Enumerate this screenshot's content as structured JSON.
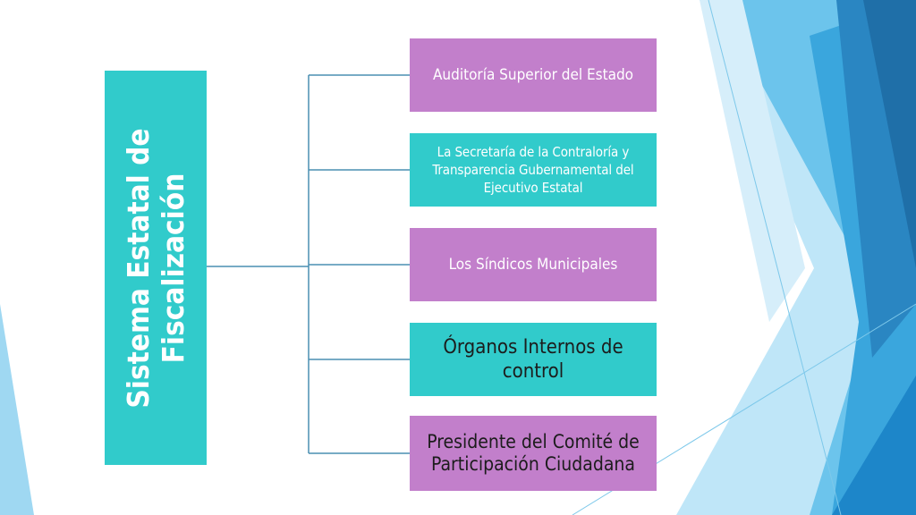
{
  "diagram": {
    "root": {
      "label": "Sistema Estatal de Fiscalización"
    },
    "children": [
      {
        "label": "Auditoría Superior del Estado",
        "color": "#c27fcb"
      },
      {
        "label": "La Secretaría de la Contraloría y Transparencia Gubernamental del Ejecutivo Estatal",
        "color": "#31cbcb"
      },
      {
        "label": "Los Síndicos Municipales",
        "color": "#c27fcb"
      },
      {
        "label": "Órganos Internos de control",
        "color": "#31cbcb"
      },
      {
        "label": "Presidente del Comité de Participación Ciudadana",
        "color": "#c27fcb"
      }
    ],
    "connector_color": "#4a8fb2"
  }
}
